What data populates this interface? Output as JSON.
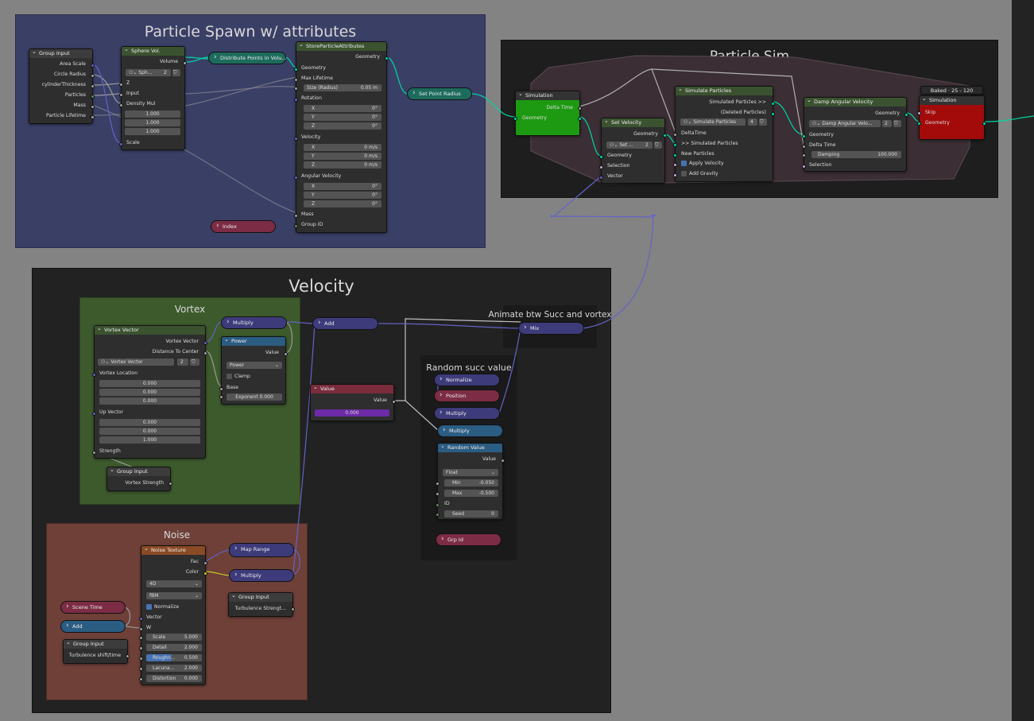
{
  "frames": {
    "spawn_title": "Particle Spawn w/ attributes",
    "sim_title": "Particle Sim",
    "velocity_title": "Velocity",
    "vortex_title": "Vortex",
    "noise_title": "Noise",
    "animate_title": "Animate btw Succ and vortex",
    "random_title": "Random succ value"
  },
  "group_input_1": {
    "title": "Group Input",
    "outputs": [
      "Area Scale",
      "Circle Radius",
      "cylinderThickness",
      "Particles",
      "Mass",
      "Particle Lifetime"
    ]
  },
  "sphere_vol": {
    "title": "Sphere Vol.",
    "output": "Volume",
    "selector": "Sph...",
    "users": "2",
    "inputs": [
      "Z",
      "Input",
      "Density Mul",
      "Scale"
    ],
    "values": [
      "1.000",
      "1.000",
      "1.000"
    ]
  },
  "distribute": {
    "label": "Distribute Points in Volu..."
  },
  "store_attrs": {
    "title": "StoreParticleAttributes",
    "output": "Geometry",
    "geometry": "Geometry",
    "max_lifetime": "Max Lifetime",
    "size_label": "Size (Radius)",
    "size_value": "0.05 m",
    "rotation": "Rotation",
    "rot": [
      {
        "l": "X",
        "v": "0°"
      },
      {
        "l": "Y",
        "v": "0°"
      },
      {
        "l": "Z",
        "v": "0°"
      }
    ],
    "velocity": "Velocity",
    "vel": [
      {
        "l": "X",
        "v": "0 m/s"
      },
      {
        "l": "Y",
        "v": "0 m/s"
      },
      {
        "l": "Z",
        "v": "0 m/s"
      }
    ],
    "angular_velocity": "Angular Velocity",
    "ang": [
      {
        "l": "X",
        "v": "0°"
      },
      {
        "l": "Y",
        "v": "0°"
      },
      {
        "l": "Z",
        "v": "0°"
      }
    ],
    "mass": "Mass",
    "group_id": "Group ID"
  },
  "index_pill": {
    "label": "Index"
  },
  "set_point_radius": {
    "label": "Set Point Radius"
  },
  "simulation_in": {
    "title": "Simulation",
    "delta_time": "Delta Time",
    "geometry": "Geometry"
  },
  "set_velocity": {
    "title": "Set Velocity",
    "output": "Geometry",
    "selector": "Set ...",
    "users": "2",
    "inputs": [
      "Geometry",
      "Selection",
      "Vector"
    ]
  },
  "simulate_particles": {
    "title": "Simulate Particles",
    "out1": "Simulated Particles >>",
    "out2": "(Deleted Particles)",
    "selector": "Simulate Particles",
    "users": "4",
    "in1": "DeltaTime",
    "in2": ">> Simulated Particles",
    "in3": "New Particles",
    "apply_velocity": "Apply Velocity",
    "add_gravity": "Add Gravity"
  },
  "damp": {
    "title": "Damp Angular Velocity",
    "output": "Geometry",
    "selector": "Damp Angular Velo...",
    "users": "2",
    "geometry": "Geometry",
    "delta_time": "Delta Time",
    "damping_label": "Damping",
    "damping_value": "100.000",
    "selection": "Selection"
  },
  "baked": {
    "label": "Baked · 25 - 120"
  },
  "simulation_out": {
    "title": "Simulation",
    "skip": "Skip",
    "geometry": "Geometry"
  },
  "vortex_vector": {
    "title": "Vortex Vector",
    "out1": "Vortex Vector",
    "out2": "Distance To Center",
    "selector": "Vortex Vector",
    "users": "2",
    "loc_label": "Vortex Location",
    "loc": [
      "0.000",
      "0.000",
      "0.000"
    ],
    "up_label": "Up Vector",
    "up": [
      "0.000",
      "0.000",
      "1.000"
    ],
    "strength": "Strength"
  },
  "group_input_vortex": {
    "title": "Group Input",
    "output": "Vortex Strength"
  },
  "multiply_1": {
    "label": "Multiply"
  },
  "add_1": {
    "label": "Add"
  },
  "power": {
    "title": "Power",
    "output": "Value",
    "mode": "Power",
    "clamp": "Clamp",
    "base": "Base",
    "exponent_label": "Exponent",
    "exponent_value": "0.000"
  },
  "value_node": {
    "title": "Value",
    "output": "Value",
    "value": "0.000"
  },
  "mix": {
    "label": "Mix"
  },
  "random_frame": {
    "normalize": "Normalize",
    "position": "Position",
    "multiply_a": "Multiply",
    "multiply_b": "Multiply",
    "grp_id": "Grp Id"
  },
  "random_value": {
    "title": "Random Value",
    "output": "Value",
    "type": "Float",
    "min_label": "Min",
    "min_value": "-0.050",
    "max_label": "Max",
    "max_value": "-0.500",
    "id": "ID",
    "seed_label": "Seed",
    "seed_value": "0"
  },
  "noise_texture": {
    "title": "Noise Texture",
    "out1": "Fac",
    "out2": "Color",
    "dim": "4D",
    "type": "fBM",
    "normalize": "Normalize",
    "vector": "Vector",
    "w": "W",
    "params": [
      {
        "l": "Scale",
        "v": "5.000"
      },
      {
        "l": "Detail",
        "v": "2.000"
      },
      {
        "l": "Roughn...",
        "v": "0.500"
      },
      {
        "l": "Lacuna...",
        "v": "2.000"
      },
      {
        "l": "Distortion",
        "v": "0.000"
      }
    ]
  },
  "map_range": {
    "label": "Map Range"
  },
  "multiply_noise": {
    "label": "Multiply"
  },
  "group_input_turb": {
    "title": "Group Input",
    "output": "Turbulence Strengt..."
  },
  "scene_time": {
    "label": "Scene Time"
  },
  "add_noise": {
    "label": "Add"
  },
  "group_input_shift": {
    "title": "Group Input",
    "output": "Turbulence shift/time"
  },
  "colors": {
    "canvas": "#838383",
    "frame_spawn": "#3a3f66",
    "frame_sim": "#1e1e1e",
    "frame_velocity": "#222222",
    "frame_vortex": "#3d5a2c",
    "frame_noise": "#6e4038",
    "geometry_socket": "#00d6a3",
    "vector_socket": "#6363c7",
    "simulation_green": "#1e9a12",
    "simulation_red": "#a30b0b"
  }
}
